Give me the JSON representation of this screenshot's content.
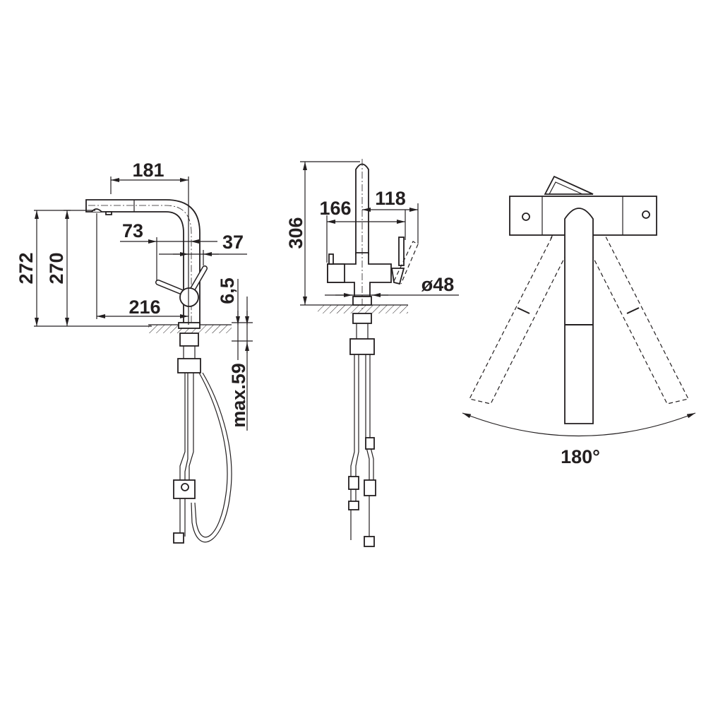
{
  "title": "Faucet dimension drawing",
  "side_view": {
    "dims": {
      "reach_top": "181",
      "height_total": "272",
      "height_outlet": "270",
      "reach_outlet": "216",
      "lever_offset": "73",
      "lever_swing": "37",
      "base_height": "6,5",
      "counter_thickness": "max.59"
    }
  },
  "front_view": {
    "dims": {
      "height": "306",
      "width_left": "166",
      "width_right": "118",
      "base_diameter": "ø48"
    }
  },
  "top_view": {
    "dims": {
      "swivel_angle": "180°"
    }
  },
  "colors": {
    "ink": "#231f20",
    "background": "#ffffff"
  }
}
